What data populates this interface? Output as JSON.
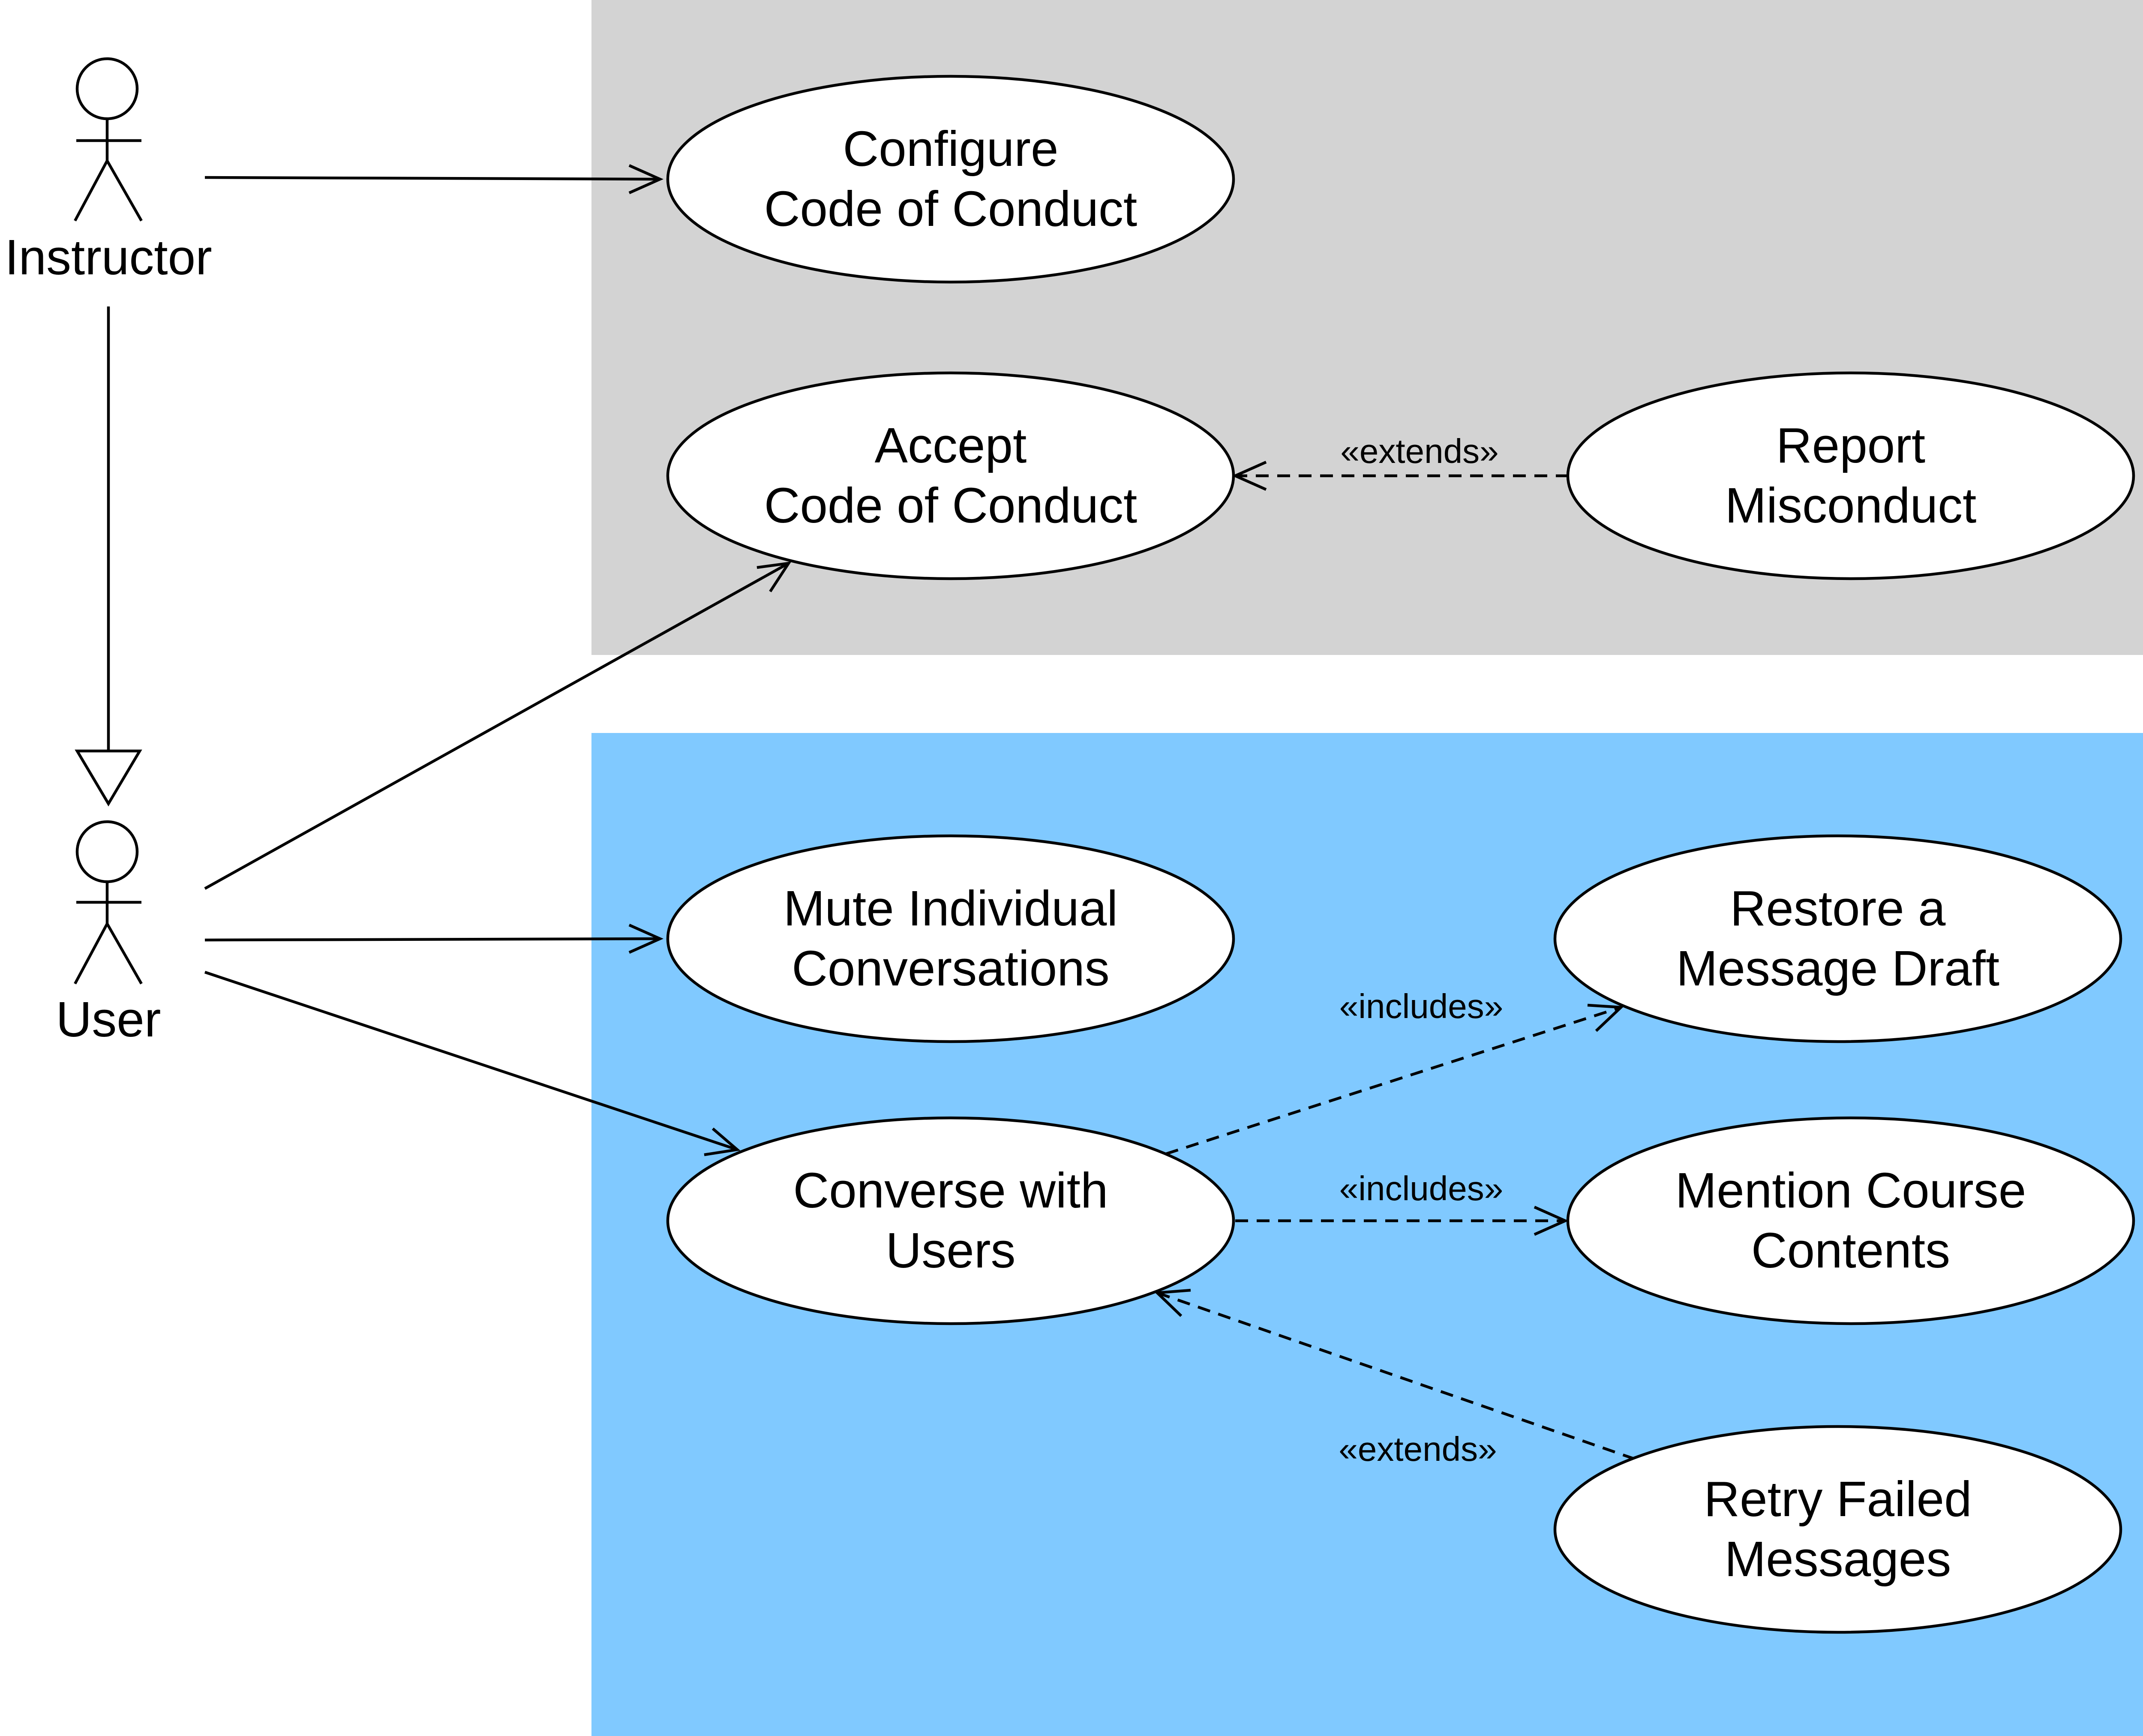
{
  "colors": {
    "moderation_region": "#d3d3d3",
    "messaging_region": "#80c9ff",
    "ellipse_fill": "#ffffff",
    "stroke": "#000000"
  },
  "actors": {
    "instructor": "Instructor",
    "user": "User"
  },
  "use_cases": {
    "configure_coc": [
      "Configure",
      "Code of Conduct"
    ],
    "accept_coc": [
      "Accept",
      "Code of Conduct"
    ],
    "report_misconduct": [
      "Report",
      "Misconduct"
    ],
    "mute_conversations": [
      "Mute Individual",
      "Conversations"
    ],
    "restore_draft": [
      "Restore a",
      "Message Draft"
    ],
    "converse_users": [
      "Converse with",
      "Users"
    ],
    "mention_contents": [
      "Mention Course",
      "Contents"
    ],
    "retry_messages": [
      "Retry Failed",
      "Messages"
    ]
  },
  "stereotypes": {
    "extends_report": "«extends»",
    "includes_restore": "«includes»",
    "includes_mention": "«includes»",
    "extends_retry": "«extends»"
  }
}
